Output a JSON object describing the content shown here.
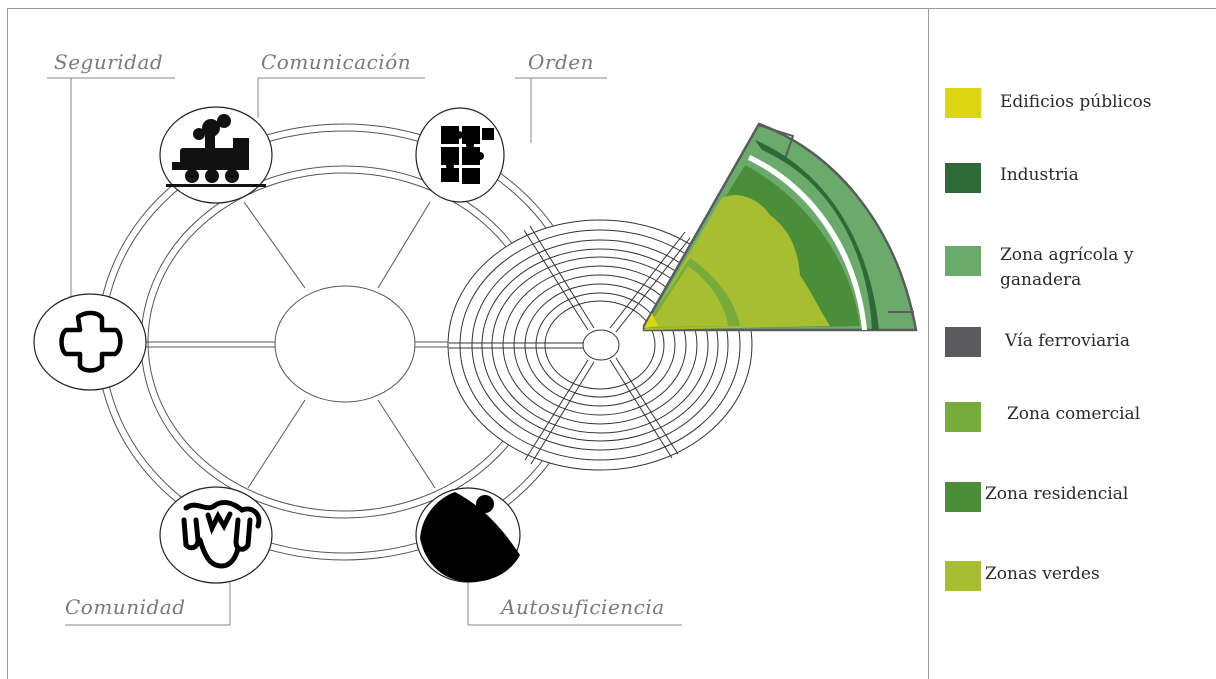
{
  "concepts": {
    "seguridad": "Seguridad",
    "comunicacion": "Comunicación",
    "orden": "Orden",
    "comunidad": "Comunidad",
    "autosuficiencia": "Autosuficiencia"
  },
  "legend": [
    {
      "label": "Edificios públicos",
      "color": "#dcd612"
    },
    {
      "label": "Industria",
      "color": "#2e6a36"
    },
    {
      "label": "Zona agrícola y ganadera",
      "color": "#6aab6c"
    },
    {
      "label": "Vía ferroviaria",
      "color": "#5b5b5d"
    },
    {
      "label": "Zona comercial",
      "color": "#76ac3c"
    },
    {
      "label": "Zona residencial",
      "color": "#4a8e3a"
    },
    {
      "label": "Zonas verdes",
      "color": "#a6be30"
    }
  ]
}
